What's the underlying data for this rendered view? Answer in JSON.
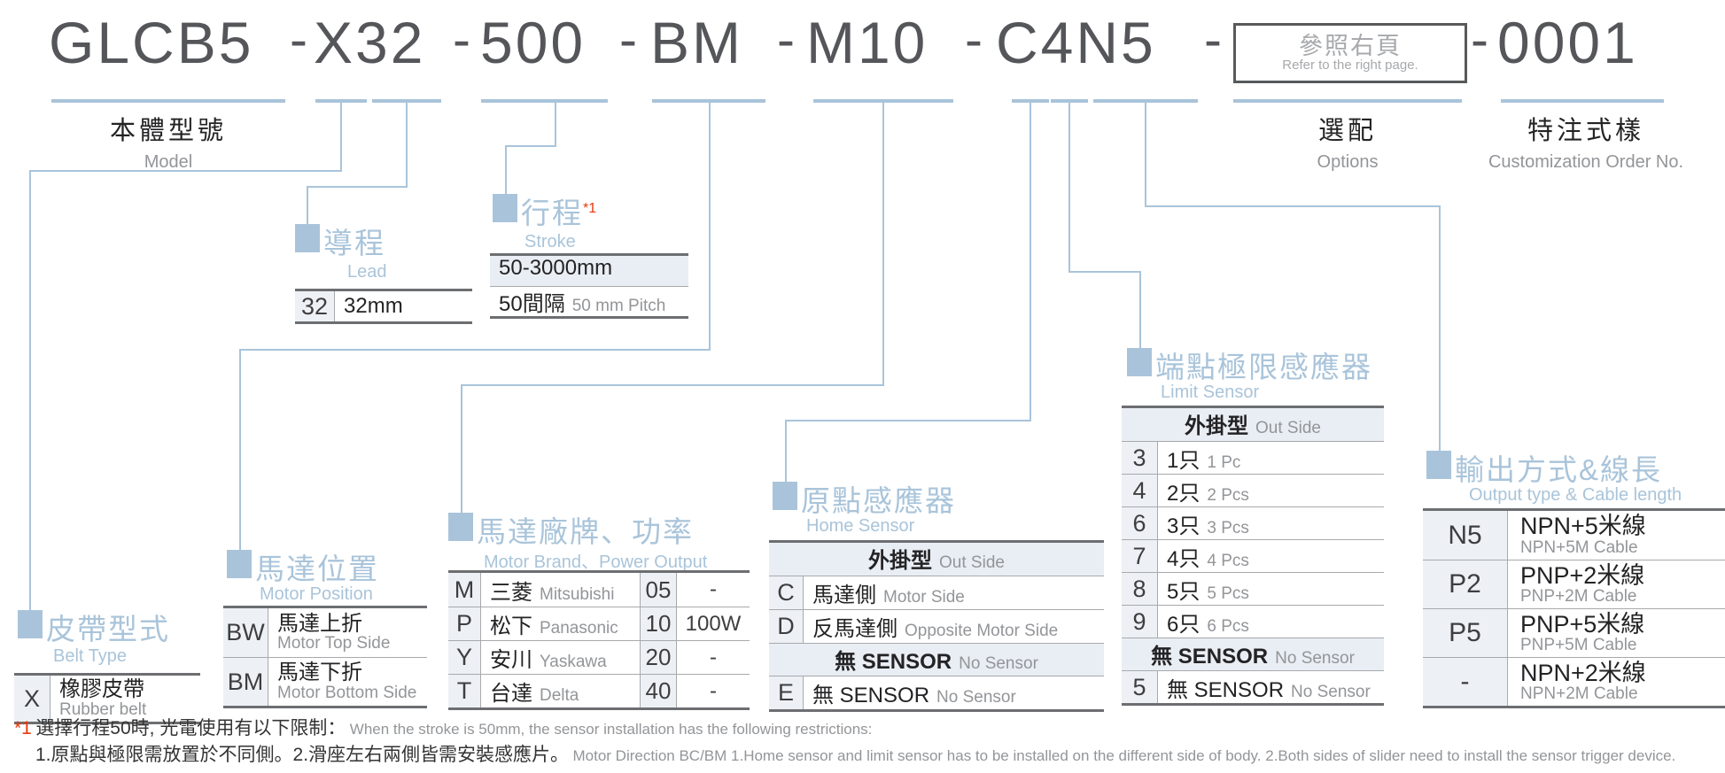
{
  "model_code": {
    "segments": [
      "GLCB5",
      "X32",
      "500",
      "BM",
      "M10",
      "C4N5"
    ],
    "separator": "-",
    "options_box": {
      "zh": "參照右頁",
      "en": "Refer to the right page."
    },
    "serial": "0001"
  },
  "top_labels": {
    "model": {
      "zh": "本體型號",
      "en": "Model"
    },
    "options": {
      "zh": "選配",
      "en": "Options"
    },
    "custom": {
      "zh": "特注式樣",
      "en": "Customization Order No."
    }
  },
  "sections": {
    "lead": {
      "zh": "導程",
      "en": "Lead",
      "rows": [
        {
          "code": "32",
          "text": "32mm"
        }
      ]
    },
    "stroke": {
      "zh": "行程",
      "note": "*1",
      "en": "Stroke",
      "range": "50-3000mm",
      "pitch_zh": "50間隔",
      "pitch_en": "50 mm Pitch"
    },
    "belt": {
      "zh": "皮帶型式",
      "en": "Belt Type",
      "rows": [
        {
          "code": "X",
          "zh": "橡膠皮帶",
          "en": "Rubber belt"
        }
      ]
    },
    "motor_position": {
      "zh": "馬達位置",
      "en": "Motor Position",
      "rows": [
        {
          "code": "BW",
          "zh": "馬達上折",
          "en": "Motor Top Side"
        },
        {
          "code": "BM",
          "zh": "馬達下折",
          "en": "Motor Bottom Side"
        }
      ]
    },
    "motor_brand": {
      "zh": "馬達廠牌、功率",
      "en": "Motor Brand、Power Output",
      "rows": [
        {
          "code": "M",
          "zh": "三菱",
          "en": "Mitsubishi",
          "num": "05",
          "power": "-"
        },
        {
          "code": "P",
          "zh": "松下",
          "en": "Panasonic",
          "num": "10",
          "power": "100W"
        },
        {
          "code": "Y",
          "zh": "安川",
          "en": "Yaskawa",
          "num": "20",
          "power": "-"
        },
        {
          "code": "T",
          "zh": "台達",
          "en": "Delta",
          "num": "40",
          "power": "-"
        }
      ]
    },
    "home_sensor": {
      "zh": "原點感應器",
      "en": "Home Sensor",
      "rows": [
        {
          "type": "header",
          "zh": "外掛型",
          "en": "Out Side"
        },
        {
          "code": "C",
          "zh": "馬達側",
          "en": "Motor Side"
        },
        {
          "code": "D",
          "zh": "反馬達側",
          "en": "Opposite Motor Side"
        },
        {
          "type": "header",
          "zh": "無 SENSOR",
          "en": "No Sensor"
        },
        {
          "code": "E",
          "zh": "無 SENSOR",
          "en": "No Sensor"
        }
      ]
    },
    "limit_sensor": {
      "zh": "端點極限感應器",
      "en": "Limit Sensor",
      "rows": [
        {
          "type": "header",
          "zh": "外掛型",
          "en": "Out Side"
        },
        {
          "code": "3",
          "zh": "1只",
          "en": "1 Pc"
        },
        {
          "code": "4",
          "zh": "2只",
          "en": "2 Pcs"
        },
        {
          "code": "6",
          "zh": "3只",
          "en": "3 Pcs"
        },
        {
          "code": "7",
          "zh": "4只",
          "en": "4 Pcs"
        },
        {
          "code": "8",
          "zh": "5只",
          "en": "5 Pcs"
        },
        {
          "code": "9",
          "zh": "6只",
          "en": "6 Pcs"
        },
        {
          "type": "header",
          "zh": "無 SENSOR",
          "en": "No Sensor"
        },
        {
          "code": "5",
          "zh": "無 SENSOR",
          "en": "No Sensor"
        }
      ]
    },
    "output": {
      "zh": "輸出方式&線長",
      "en": "Output type & Cable length",
      "rows": [
        {
          "code": "N5",
          "zh": "NPN+5米線",
          "en": "NPN+5M Cable"
        },
        {
          "code": "P2",
          "zh": "PNP+2米線",
          "en": "PNP+2M Cable"
        },
        {
          "code": "P5",
          "zh": "PNP+5米線",
          "en": "PNP+5M Cable"
        },
        {
          "code": "-",
          "zh": "NPN+2米線",
          "en": "NPN+2M Cable"
        }
      ]
    }
  },
  "footnote": {
    "marker": "*1",
    "line1_zh": "選擇行程50時, 光電使用有以下限制：",
    "line1_en": "When the stroke is 50mm, the sensor installation has  the following restrictions:",
    "line2_zh": "1.原點與極限需放置於不同側。2.滑座左右兩側皆需安裝感應片。",
    "line2_en": "Motor Direction BC/BM 1.Home sensor and limit sensor has to be installed on the different side of body.  2.Both sides of slider need to install the sensor trigger device."
  },
  "colors": {
    "accent_blue": "#a9c4da",
    "dark_text": "#55565a",
    "gray_text": "#939598",
    "red": "#e8380d",
    "border_dark": "#6d6e71",
    "shade": "#edf1f6"
  }
}
